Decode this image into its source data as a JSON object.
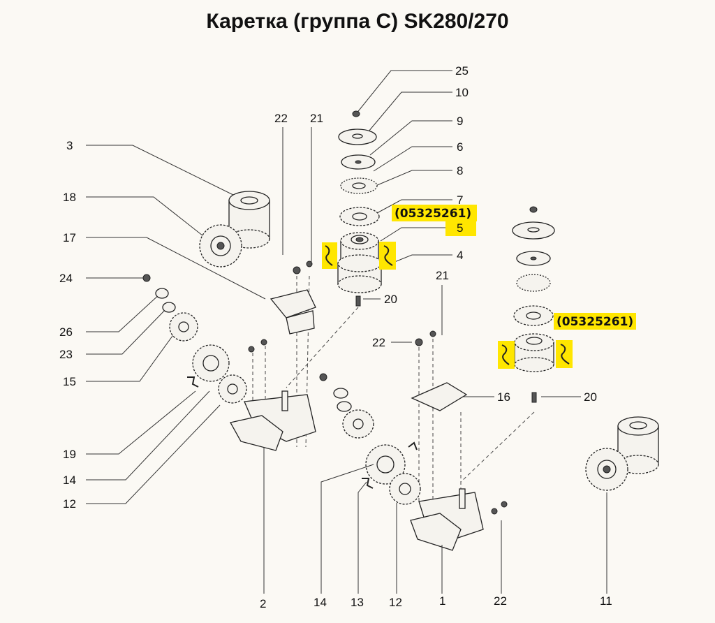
{
  "title": "Каретка (группа С) SK280/270",
  "part_code_top": "(05325261)",
  "part_code_right": "(05325261)",
  "labels": {
    "l25": "25",
    "l10": "10",
    "l9": "9",
    "l6": "6",
    "l8": "8",
    "l7": "7",
    "l5": "5",
    "l4": "4",
    "l22a": "22",
    "l21a": "21",
    "l3": "3",
    "l18": "18",
    "l17": "17",
    "l24": "24",
    "l26": "26",
    "l23": "23",
    "l15": "15",
    "l19": "19",
    "l14a": "14",
    "l12a": "12",
    "l20a": "20",
    "l21b": "21",
    "l22b": "22",
    "l16": "16",
    "l20b": "20",
    "l2": "2",
    "l14b": "14",
    "l13": "13",
    "l12b": "12",
    "l1": "1",
    "l22c": "22",
    "l11": "11"
  },
  "colors": {
    "highlight": "#ffe600",
    "ink": "#222222",
    "paper": "#fbf9f4"
  }
}
